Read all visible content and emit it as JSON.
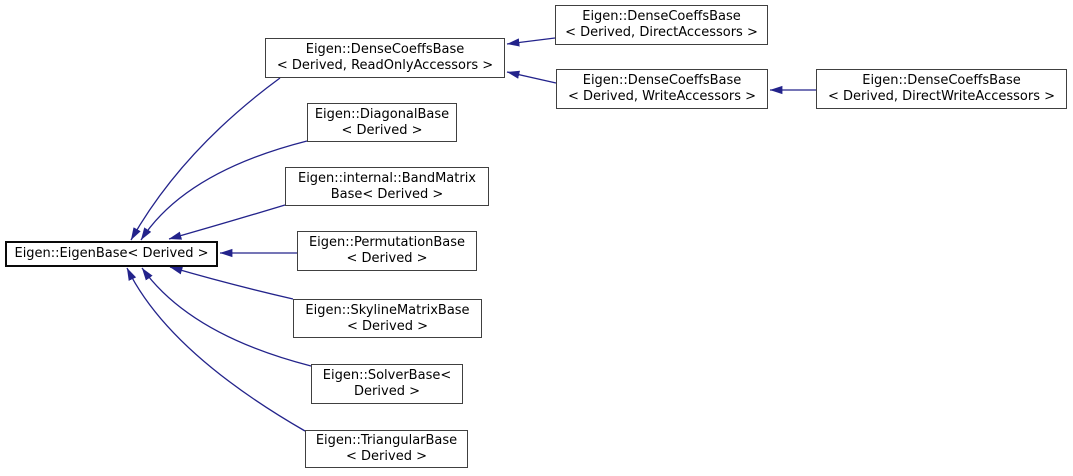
{
  "diagram": {
    "kind": "inheritance-graph",
    "colors": {
      "edge": "#23238b",
      "node_border": "#404040",
      "focus_border": "#0a0a0a",
      "node_bg": "#ffffff",
      "text": "#000000",
      "background": "#ffffff"
    },
    "nodes": {
      "eigenbase": {
        "label": "Eigen::EigenBase< Derived >"
      },
      "densecoeffs_readonly": {
        "line1": "Eigen::DenseCoeffsBase",
        "line2": "< Derived, ReadOnlyAccessors >"
      },
      "densecoeffs_direct": {
        "line1": "Eigen::DenseCoeffsBase",
        "line2": "< Derived, DirectAccessors >"
      },
      "densecoeffs_write": {
        "line1": "Eigen::DenseCoeffsBase",
        "line2": "< Derived, WriteAccessors >"
      },
      "densecoeffs_directwrite": {
        "line1": "Eigen::DenseCoeffsBase",
        "line2": "< Derived, DirectWriteAccessors >"
      },
      "diagonal": {
        "line1": "Eigen::DiagonalBase",
        "line2": "< Derived >"
      },
      "bandmatrix": {
        "line1": "Eigen::internal::BandMatrix",
        "line2": "Base< Derived >"
      },
      "permutation": {
        "line1": "Eigen::PermutationBase",
        "line2": "< Derived >"
      },
      "skyline": {
        "line1": "Eigen::SkylineMatrixBase",
        "line2": "< Derived >"
      },
      "solver": {
        "line1": "Eigen::SolverBase<",
        "line2": "Derived >"
      },
      "triangular": {
        "line1": "Eigen::TriangularBase",
        "line2": "< Derived >"
      }
    },
    "edges": [
      {
        "from": "densecoeffs_readonly",
        "to": "eigenbase",
        "relation": "inherits"
      },
      {
        "from": "diagonal",
        "to": "eigenbase",
        "relation": "inherits"
      },
      {
        "from": "bandmatrix",
        "to": "eigenbase",
        "relation": "inherits"
      },
      {
        "from": "permutation",
        "to": "eigenbase",
        "relation": "inherits"
      },
      {
        "from": "skyline",
        "to": "eigenbase",
        "relation": "inherits"
      },
      {
        "from": "solver",
        "to": "eigenbase",
        "relation": "inherits"
      },
      {
        "from": "triangular",
        "to": "eigenbase",
        "relation": "inherits"
      },
      {
        "from": "densecoeffs_direct",
        "to": "densecoeffs_readonly",
        "relation": "inherits"
      },
      {
        "from": "densecoeffs_write",
        "to": "densecoeffs_readonly",
        "relation": "inherits"
      },
      {
        "from": "densecoeffs_directwrite",
        "to": "densecoeffs_write",
        "relation": "inherits"
      }
    ]
  }
}
